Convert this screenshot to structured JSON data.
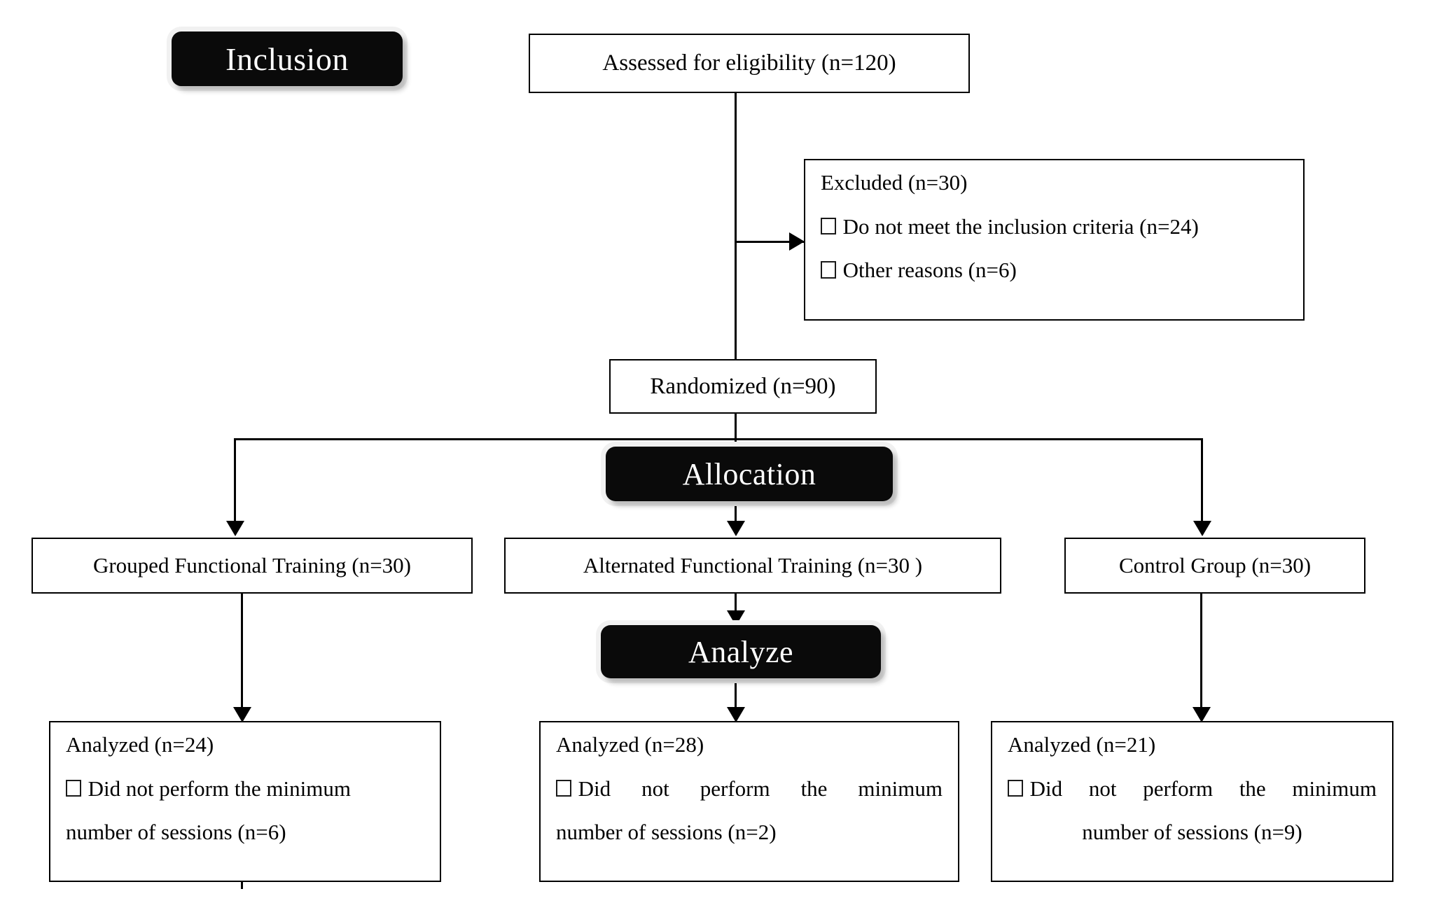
{
  "figure": {
    "type": "consort-flow-diagram",
    "background": "#ffffff",
    "line_color": "#000000",
    "badge_background": "#0a0a0a",
    "badge_text_color": "#ffffff"
  },
  "stages": {
    "inclusion": "Inclusion",
    "allocation": "Allocation",
    "analyze": "Analyze"
  },
  "nodes": {
    "assessed": {
      "text": "Assessed for eligibility (n=120)"
    },
    "excluded": {
      "title": "Excluded (n=30)",
      "reasons": [
        "Do not meet the inclusion criteria (n=24)",
        "Other reasons (n=6)"
      ]
    },
    "randomized": {
      "text": "Randomized (n=90)"
    },
    "groups": [
      {
        "label": "Grouped Functional Training (n=30)"
      },
      {
        "label": "Alternated Functional Training (n=30 )"
      },
      {
        "label": "Control Group (n=30)"
      }
    ],
    "analyzed": [
      {
        "title": "Analyzed (n=24)",
        "note_line1": "Did not perform the minimum",
        "note_line2": "number of sessions (n=6)"
      },
      {
        "title": "Analyzed (n=28)",
        "note_line1": "Did not perform the minimum",
        "note_line2": "number of sessions (n=2)"
      },
      {
        "title": "Analyzed (n=21)",
        "note_line1": "Did not perform the minimum",
        "note_line2": "number of sessions (n=9)"
      }
    ]
  },
  "icons": {
    "bullet": "bullet-square-icon",
    "arrow_down": "arrow-down-icon",
    "arrow_right": "arrow-right-icon"
  }
}
